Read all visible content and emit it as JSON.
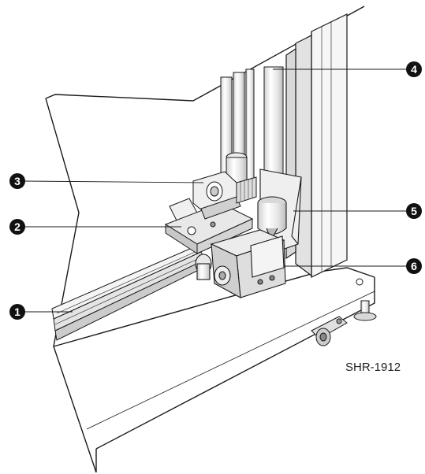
{
  "figure": {
    "code": "SHR-1912",
    "callouts": [
      {
        "id": 1,
        "label": "1"
      },
      {
        "id": 2,
        "label": "2"
      },
      {
        "id": 3,
        "label": "3"
      },
      {
        "id": 4,
        "label": "4"
      },
      {
        "id": 5,
        "label": "5"
      },
      {
        "id": 6,
        "label": "6"
      }
    ]
  },
  "colors": {
    "line": "#1a1a1a",
    "shade": "#d6d6d6",
    "light": "#f2f2f2",
    "callout_fill": "#111111"
  }
}
